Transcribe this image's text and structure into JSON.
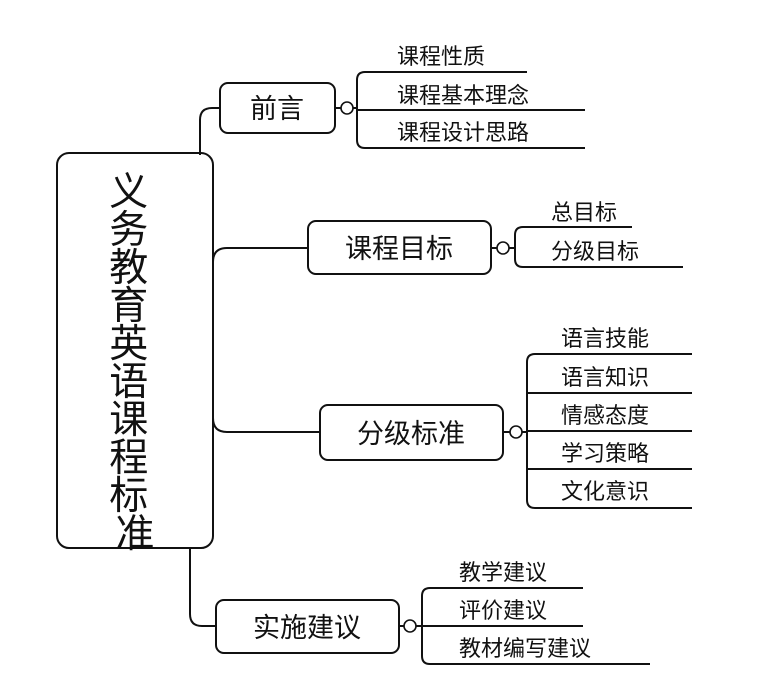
{
  "root": "义务教育英语课程标准",
  "branches": [
    {
      "label": "前言",
      "children": [
        "课程性质",
        "课程基本理念",
        "课程设计思路"
      ]
    },
    {
      "label": "课程目标",
      "children": [
        "总目标",
        "分级目标"
      ]
    },
    {
      "label": "分级标准",
      "children": [
        "语言技能",
        "语言知识",
        "情感态度",
        "学习策略",
        "文化意识"
      ]
    },
    {
      "label": "实施建议",
      "children": [
        "教学建议",
        "评价建议",
        "教材编写建议"
      ]
    }
  ]
}
